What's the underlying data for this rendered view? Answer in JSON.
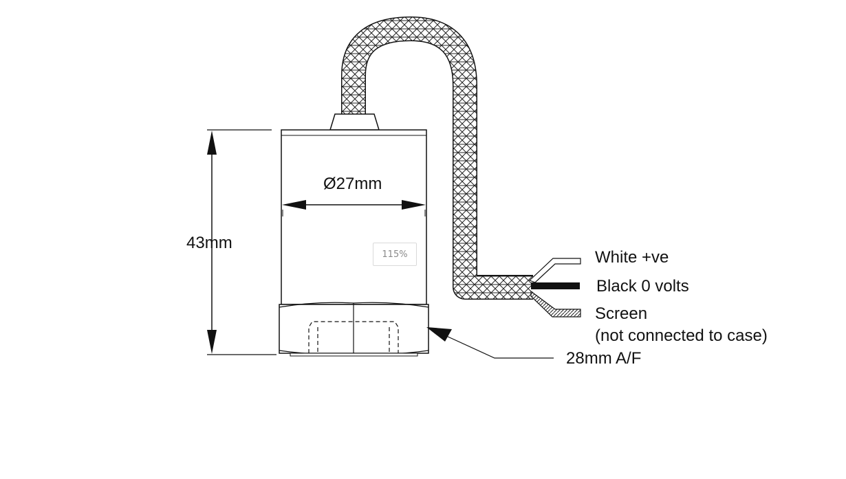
{
  "diagram": {
    "dimension_diameter": "Ø27mm",
    "dimension_height": "43mm",
    "dimension_hex": "28mm A/F",
    "wire_white": "White +ve",
    "wire_black": "Black 0 volts",
    "wire_screen": "Screen",
    "wire_screen_note": "(not connected to case)"
  },
  "viewer": {
    "zoom_level": "115%"
  },
  "colors": {
    "ink": "#111111",
    "braid_fill": "#ffffff",
    "badge_border": "#d9d9d9",
    "badge_text": "#8a8a8a"
  }
}
